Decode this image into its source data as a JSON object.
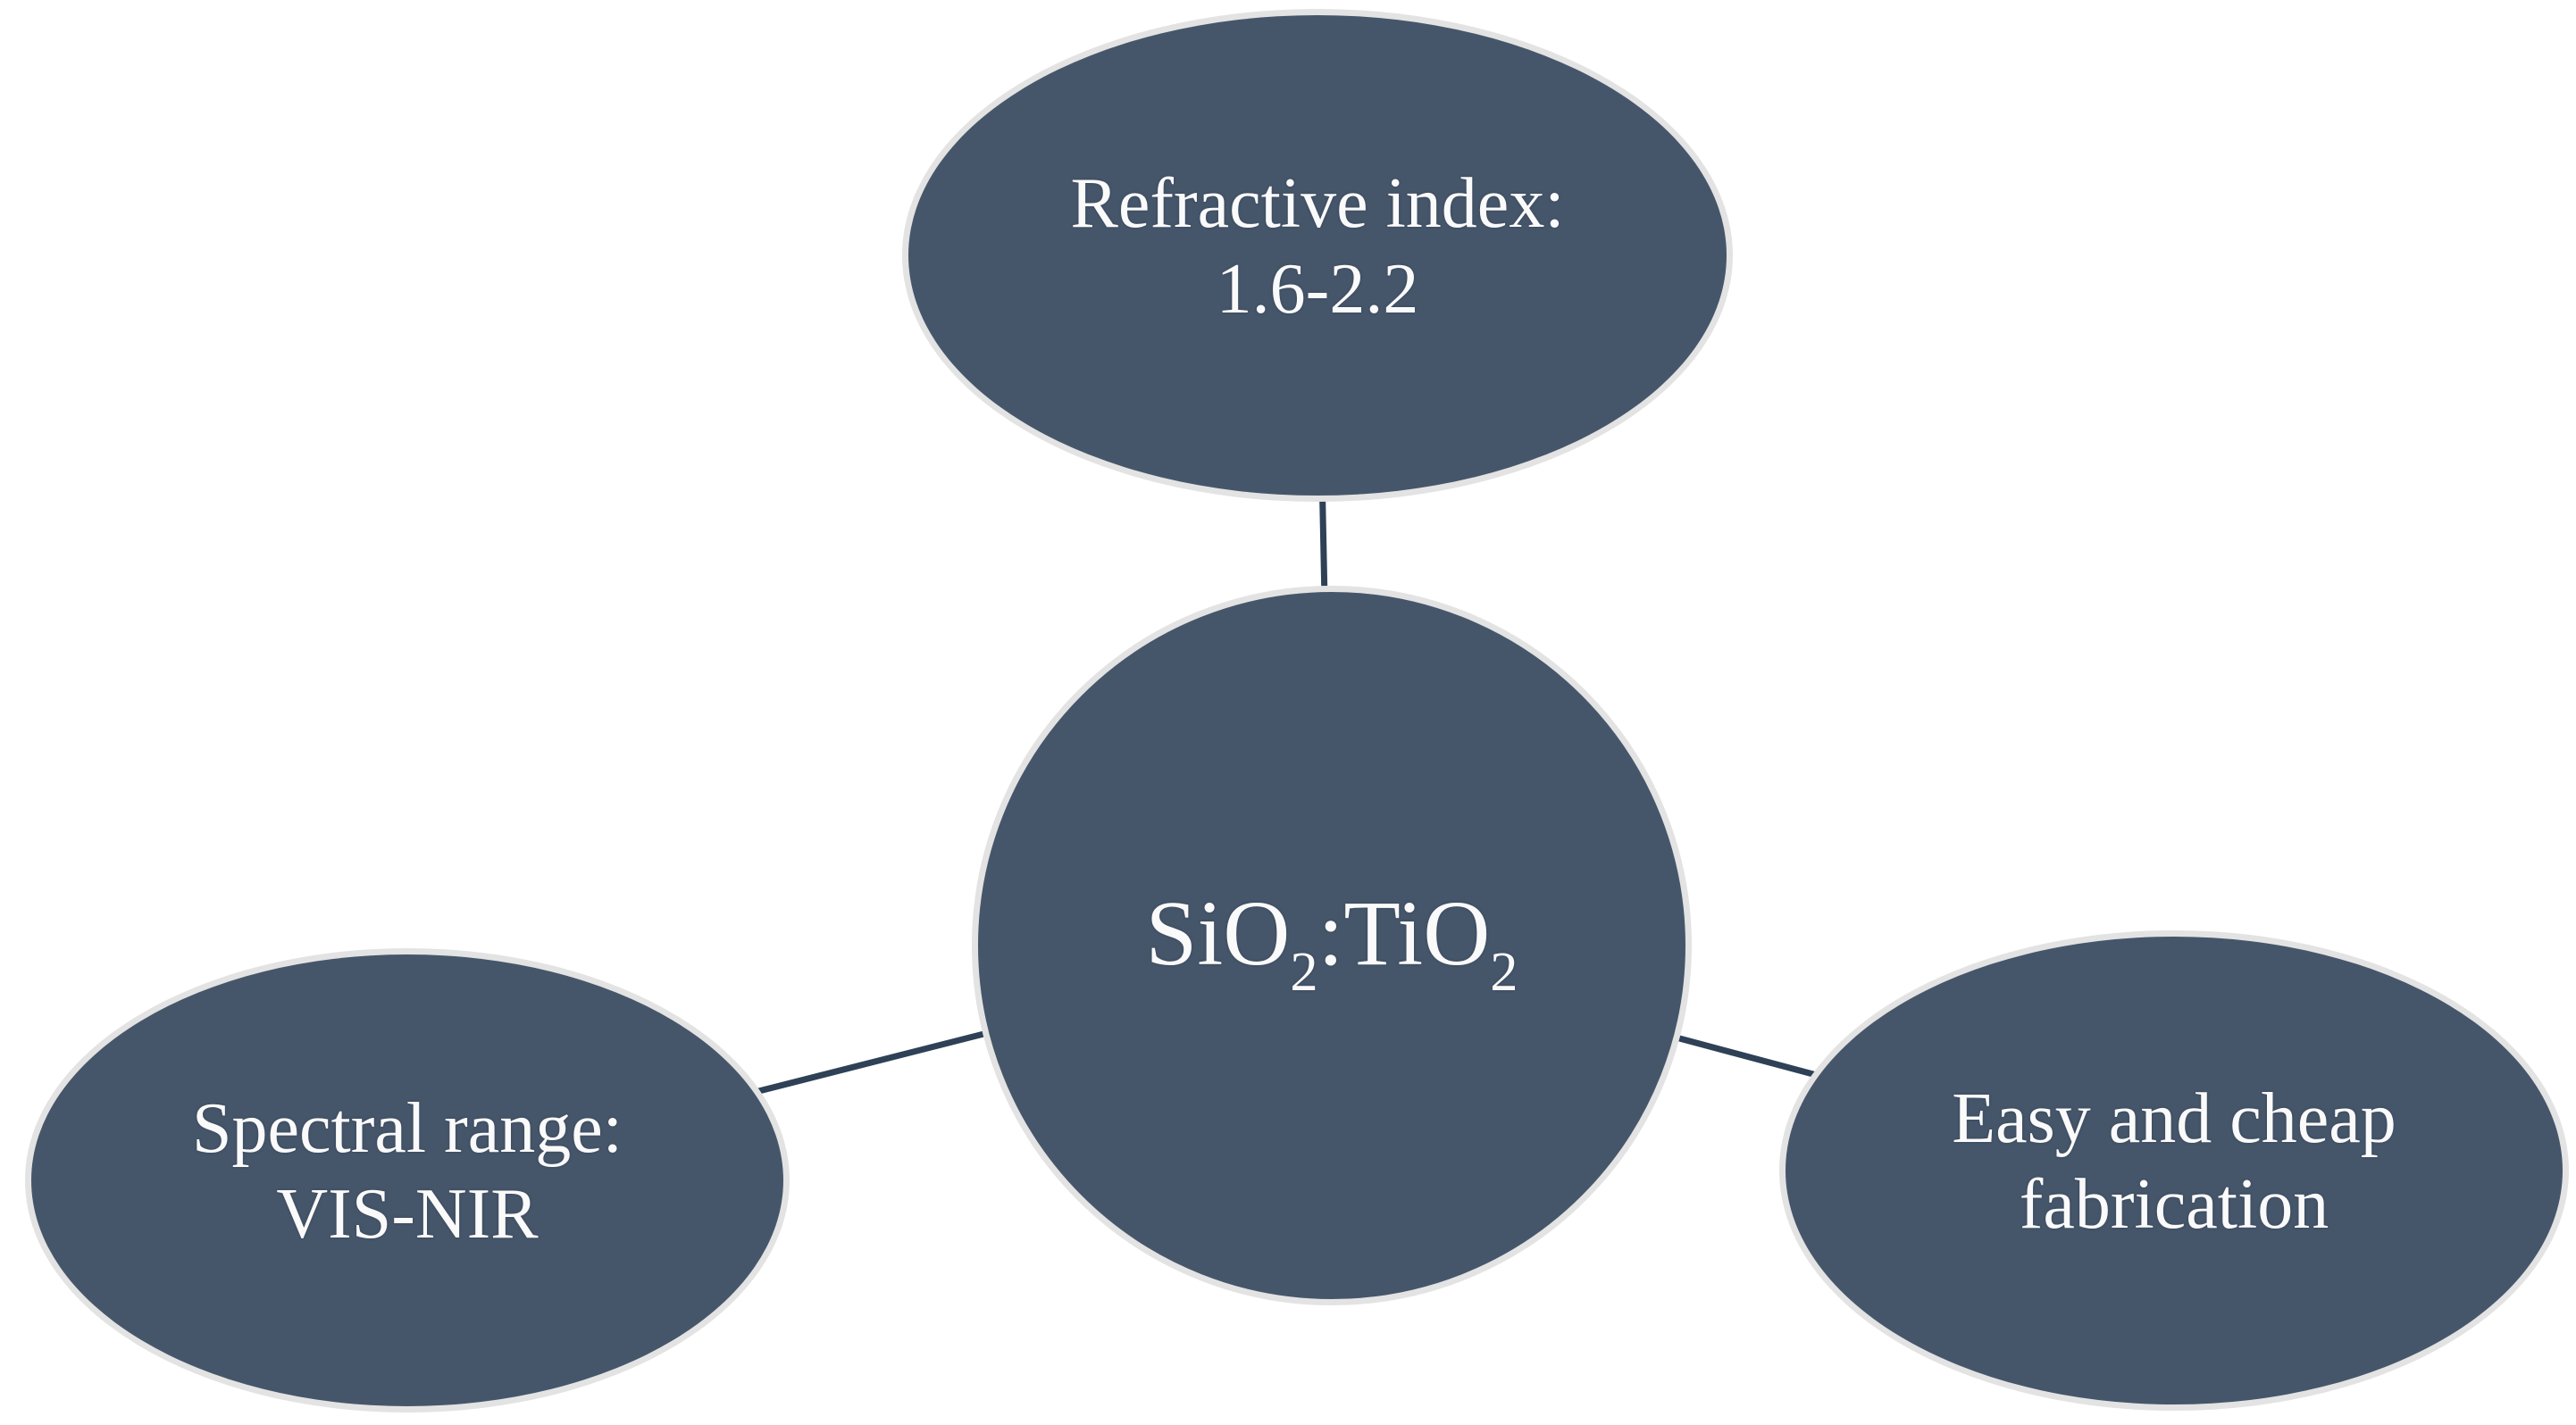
{
  "colors": {
    "background": "#ffffff",
    "node_fill": "#46566a",
    "node_border": "#e3e3e3",
    "connector": "#2e4156",
    "text": "#fafafa"
  },
  "nodes": {
    "center": {
      "base1": "SiO",
      "sub1": "2",
      "base2": ":TiO",
      "sub2": "2"
    },
    "top": {
      "line1": "Refractive index:",
      "line2": "1.6-2.2"
    },
    "left": {
      "line1": "Spectral range:",
      "line2": "VIS-NIR"
    },
    "right": {
      "line1": "Easy and cheap",
      "line2": "fabrication"
    }
  }
}
